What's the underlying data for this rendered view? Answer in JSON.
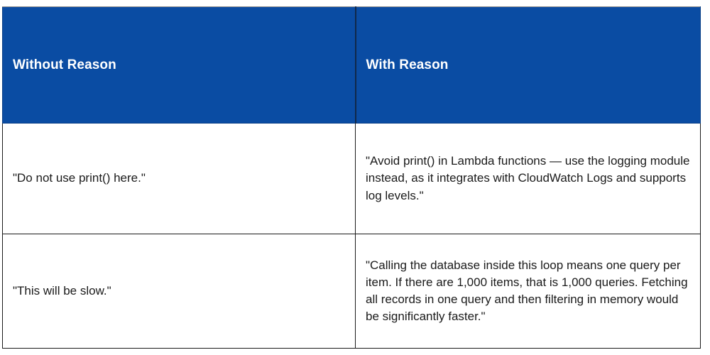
{
  "table": {
    "headers": [
      {
        "label": "Without Reason"
      },
      {
        "label": "With Reason"
      }
    ],
    "rows": [
      {
        "without_reason": "\"Do not use print() here.\"",
        "with_reason": "\"Avoid print() in Lambda functions — use the logging module instead, as it integrates with CloudWatch Logs and supports log levels.\""
      },
      {
        "without_reason": "\"This will be slow.\"",
        "with_reason": "\"Calling the database inside this loop means one query per item. If there are 1,000 items, that is 1,000 queries. Fetching all records in one query and then filtering in memory would be significantly faster.\""
      }
    ],
    "colors": {
      "header_background": "#0a4ca3",
      "header_text": "#ffffff",
      "body_background": "#ffffff",
      "body_text": "#1a1a1a",
      "border": "#1a1a1a"
    }
  }
}
